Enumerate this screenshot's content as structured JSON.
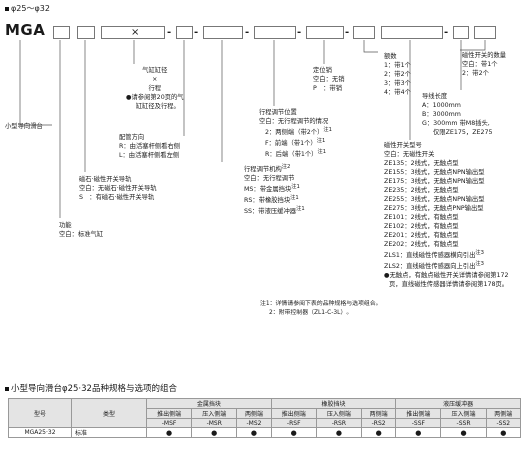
{
  "header": {
    "range": "φ25～φ32",
    "model": "MGA"
  },
  "code": {
    "x_mark": "×"
  },
  "labels": {
    "guide": [
      "小型导向滑台"
    ],
    "function": [
      "功能",
      "空白：标准气缸"
    ],
    "magnet": [
      "磁石·磁性开关导轨",
      "空白：无磁石·磁性开关导轨",
      "S　：有磁石·磁性开关导轨"
    ],
    "bore": [
      "气缸缸径",
      "×",
      "行程"
    ],
    "bore_note": [
      "●请参阅第20页的气",
      "缸缸径及行程。"
    ],
    "pipe": [
      "配管方向",
      "R：由活塞杆侧看右侧",
      "L：由活塞杆侧看左侧"
    ],
    "adjust": [
      "行程调节位置",
      "空白：无行程调节的情况",
      "2：两侧端（带2个）",
      "F：前端（带1个）",
      "R：后端（带1个）"
    ],
    "adjust_sup": [
      "注1",
      "注1",
      "注1"
    ],
    "mech": [
      "行程调节机构",
      "空白：无行程调节",
      "MS：带金属挡块",
      "RS：带橡胶挡块",
      "SS：带液压缓冲器"
    ],
    "mech_sup": [
      "注2",
      "注1",
      "注1",
      "注1"
    ],
    "pin": [
      "定位销",
      "空白：无销",
      "P　：带销"
    ],
    "switch_count": [
      "额数",
      "1：带1个",
      "2：带2个",
      "3：带3个",
      "4：带4个"
    ],
    "switch_qty": [
      "磁性开关的数量",
      "空白：带1个",
      "2：带2个"
    ],
    "lead": [
      "导线长度",
      "A：1000mm",
      "B：3000mm",
      "G：300mm 带M8插头,",
      "仅限ZE175，ZE275"
    ],
    "switch_model_title": [
      "磁性开关型号",
      "空白：无磁性开关"
    ],
    "switch_models": [
      [
        "ZE135",
        "2线式，无触点型"
      ],
      [
        "ZE155",
        "3线式，无触点NPN输出型"
      ],
      [
        "ZE175",
        "3线式，无触点NPN输出型"
      ],
      [
        "ZE235",
        "2线式，无触点型"
      ],
      [
        "ZE255",
        "3线式，无触点NPN输出型"
      ],
      [
        "ZE275",
        "3线式，无触点PNP输出型"
      ],
      [
        "ZE101",
        "2线式，有触点型"
      ],
      [
        "ZE102",
        "2线式，有触点型"
      ],
      [
        "ZE201",
        "2线式，有触点型"
      ],
      [
        "ZE202",
        "2线式，有触点型"
      ],
      [
        "ZLS1",
        "直线磁性传感器横向引出"
      ],
      [
        "ZLS2",
        "直线磁性传感器向上引出"
      ]
    ],
    "switch_sup": [
      "注3",
      "注3"
    ],
    "switch_note": [
      "●无触点，有触点磁性开关详情请参阅第172",
      "页，直线磁性传感器详情请参阅第178页。"
    ]
  },
  "notes": [
    "注1：详情请参阅下表的品种规格与选项组合。",
    "2：附带控制器（ZL1-C-3L）。"
  ],
  "section2": {
    "title": "小型导向滑台φ25·32品种规格与选项的组合"
  },
  "table": {
    "col_model": "型号",
    "col_type": "类型",
    "groups": [
      "金属挡块",
      "橡胶挡块",
      "液压缓冲器"
    ],
    "subs": [
      [
        "推出侧端",
        "-MSF"
      ],
      [
        "压入侧端",
        "-MSR"
      ],
      [
        "两侧端",
        "-MS2"
      ],
      [
        "推出侧端",
        "-RSF"
      ],
      [
        "压入侧端",
        "-RSR"
      ],
      [
        "两侧端",
        "-RS2"
      ],
      [
        "推出侧端",
        "-SSF"
      ],
      [
        "压入侧端",
        "-SSR"
      ],
      [
        "两侧端",
        "-SS2"
      ]
    ],
    "rows": [
      {
        "model": "MGA25·32",
        "type": "标准",
        "values": [
          "●",
          "●",
          "●",
          "●",
          "●",
          "●",
          "●",
          "●",
          "●"
        ]
      }
    ]
  }
}
